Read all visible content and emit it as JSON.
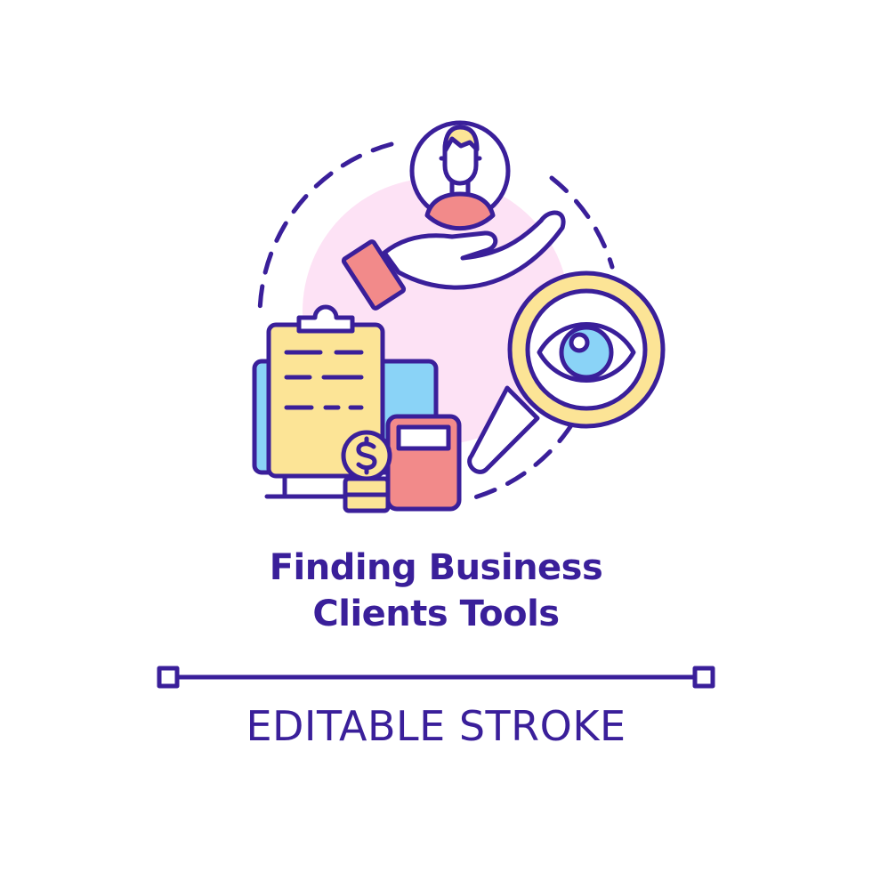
{
  "colors": {
    "outline": "#3a1f9a",
    "pink_bg": "#fde2f5",
    "yellow": "#fce496",
    "blue": "#8ad3f7",
    "red": "#f28a8a",
    "white": "#ffffff"
  },
  "icons": [
    "person-avatar-icon",
    "open-hand-icon",
    "clipboard-icon",
    "monitor-icon",
    "dollar-coin-icon",
    "coin-stack-icon",
    "calculator-icon",
    "magnifier-eye-icon"
  ],
  "title": {
    "line1": "Finding Business",
    "line2": "Clients Tools"
  },
  "caption": "EDITABLE STROKE"
}
